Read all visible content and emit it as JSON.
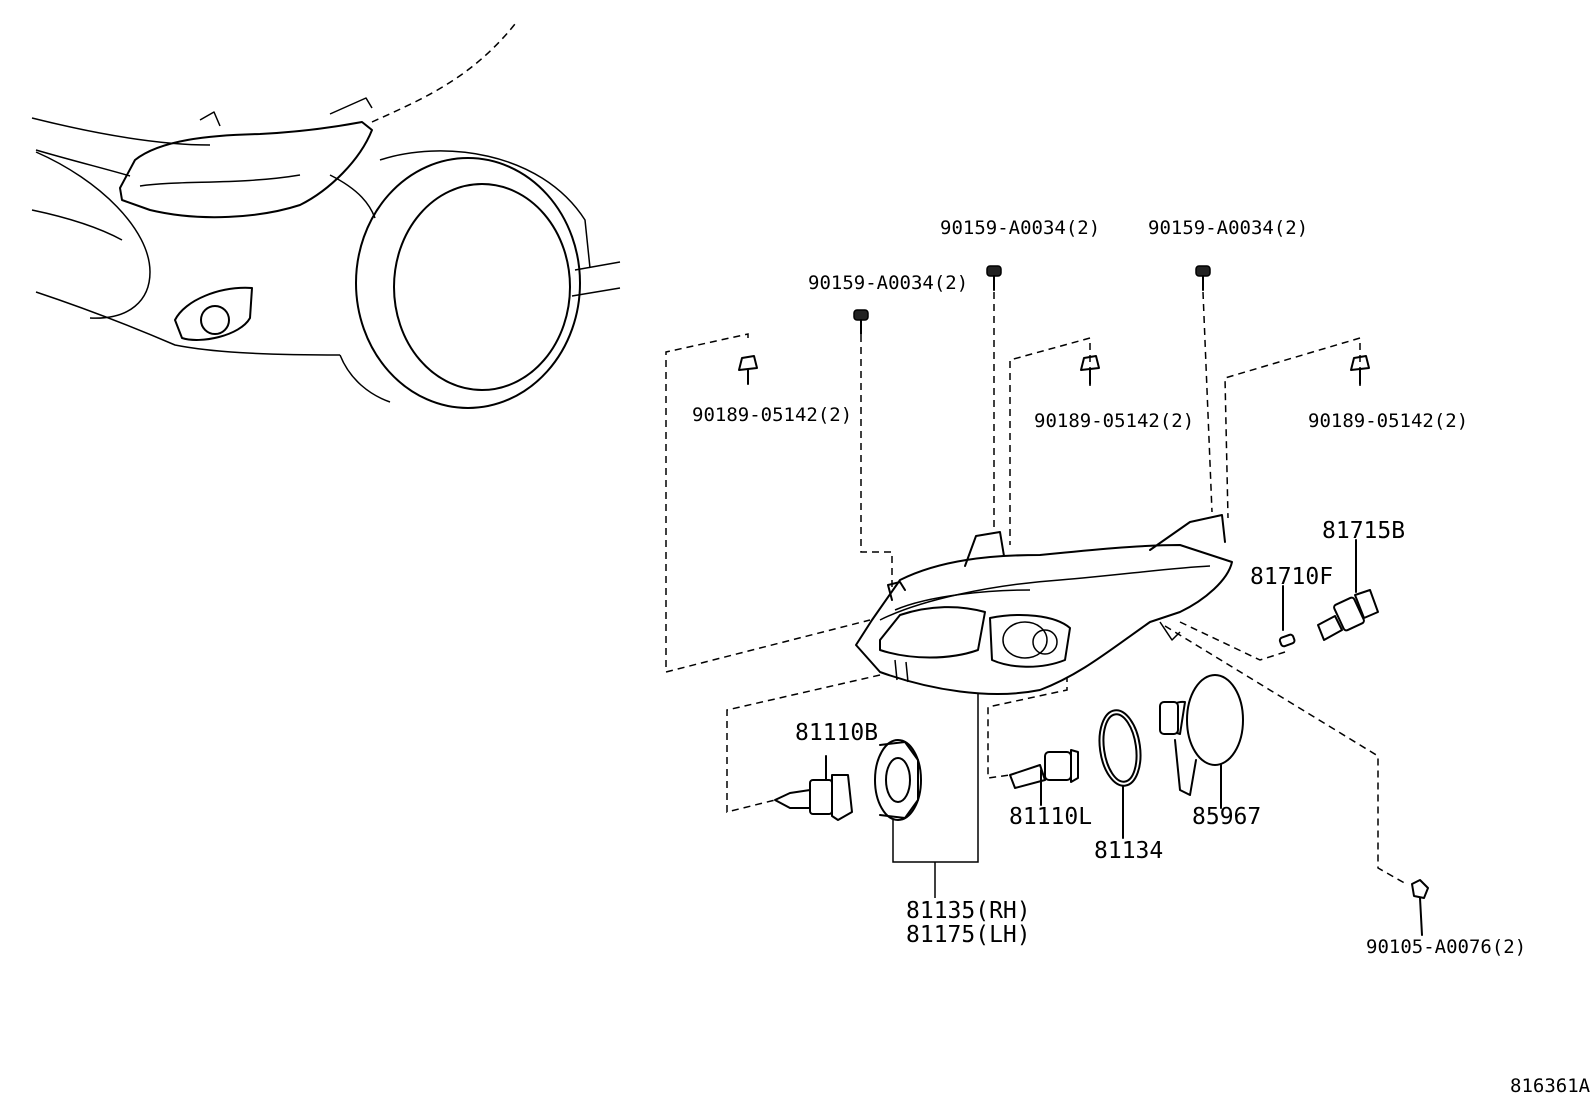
{
  "diagram": {
    "reference_code": "816361A",
    "labels": {
      "bolt_top_left": "90159-A0034(2)",
      "bolt_top_mid": "90159-A0034(2)",
      "bolt_top_right": "90159-A0034(2)",
      "clip_left": "90189-05142(2)",
      "clip_mid": "90189-05142(2)",
      "clip_right": "90189-05142(2)",
      "bulb_side_marker": "81715B",
      "bulb_wedge": "81710F",
      "bulb_low_beam": "81110B",
      "bulb_hid": "81110L",
      "o_ring": "81134",
      "socket_cover": "85967",
      "headlamp_rh": "81135(RH)",
      "headlamp_lh": "81175(LH)",
      "screw_bottom": "90105-A0076(2)"
    }
  }
}
